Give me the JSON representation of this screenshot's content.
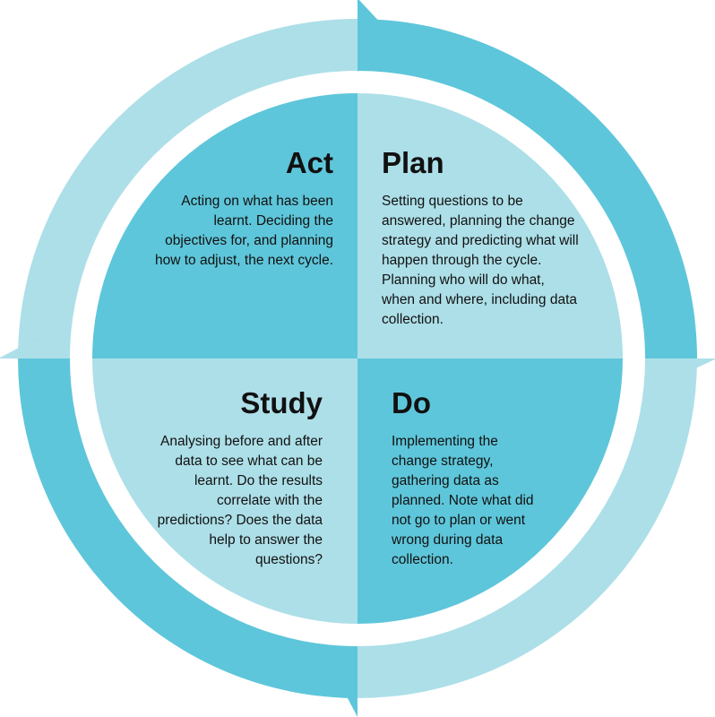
{
  "colors": {
    "ring_light": "#addfe8",
    "ring_dark": "#5ec6da",
    "quad_dark": "#5ec6da",
    "quad_light": "#addfe8",
    "text": "#111111"
  },
  "quadrants": {
    "act": {
      "title": "Act",
      "body": "Acting on what has been learnt. Deciding the objectives for, and planning how to adjust, the next cycle."
    },
    "plan": {
      "title": "Plan",
      "body": "Setting questions to be answered, planning the change strategy and predicting what will happen through the cycle. Planning who will do what, when and where, including data collection."
    },
    "study": {
      "title": "Study",
      "body": "Analysing before and after data to see what can be learnt. Do the results correlate with the predictions? Does the data help to answer the questions?"
    },
    "do": {
      "title": "Do",
      "body": "Implementing the change strategy, gathering data as planned. Note what did not go to plan or went wrong during data collection."
    }
  }
}
